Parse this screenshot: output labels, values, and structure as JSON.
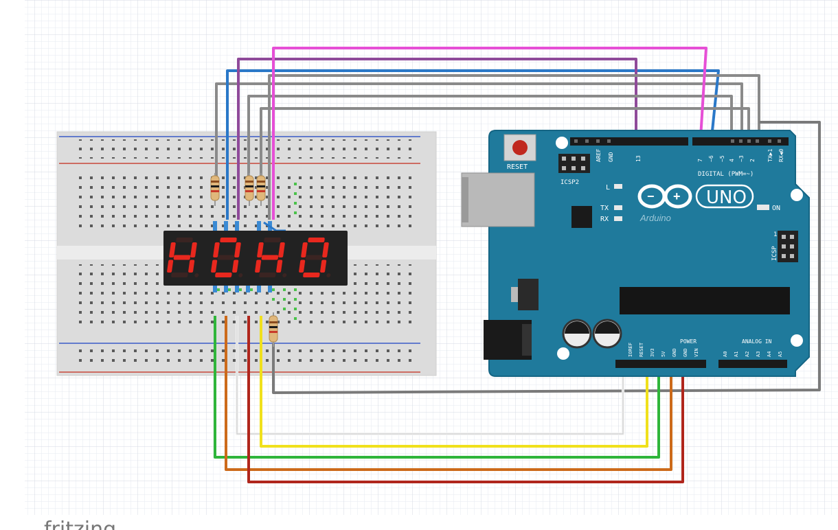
{
  "display": {
    "digits": [
      "H",
      "O",
      "H",
      "O"
    ],
    "segment_color": "#e8281e",
    "case_color": "#222222"
  },
  "arduino": {
    "reset_label": "RESET",
    "icsp2_label": "ICSP2",
    "icsp_label": "ICSP",
    "aref_label": "AREF",
    "gnd_label": "GND",
    "pin13_label": "13",
    "digital_label": "DIGITAL (PWM=~)",
    "tx_label": "TX",
    "rx_label": "RX",
    "l_label": "L",
    "uno_label": "UNO",
    "on_label": "ON",
    "brand_label": "Arduino",
    "power_label": "POWER",
    "analog_label": "ANALOG IN",
    "icsp_pin_label": "1",
    "power_pins": [
      "IOREF",
      "RESET",
      "3V3",
      "5V",
      "GND",
      "GND",
      "VIN"
    ],
    "analog_pins": [
      "A0",
      "A1",
      "A2",
      "A3",
      "A4",
      "A5"
    ],
    "digital_pins": [
      "7",
      "~6",
      "~5",
      "4",
      "~3",
      "2",
      "TX▶1",
      "RX◀0"
    ],
    "board_color": "#1f7a9c"
  },
  "wire_colors": {
    "magenta": "#e64fd6",
    "purple": "#8f4a9a",
    "blue": "#2a78c8",
    "gray": "#8a8a8a",
    "white": "#f2f2f2",
    "yellow": "#f0e01c",
    "green": "#2fb53a",
    "orange": "#cc6a1a",
    "red": "#b0261c"
  },
  "footer_fragment": "fritzing"
}
